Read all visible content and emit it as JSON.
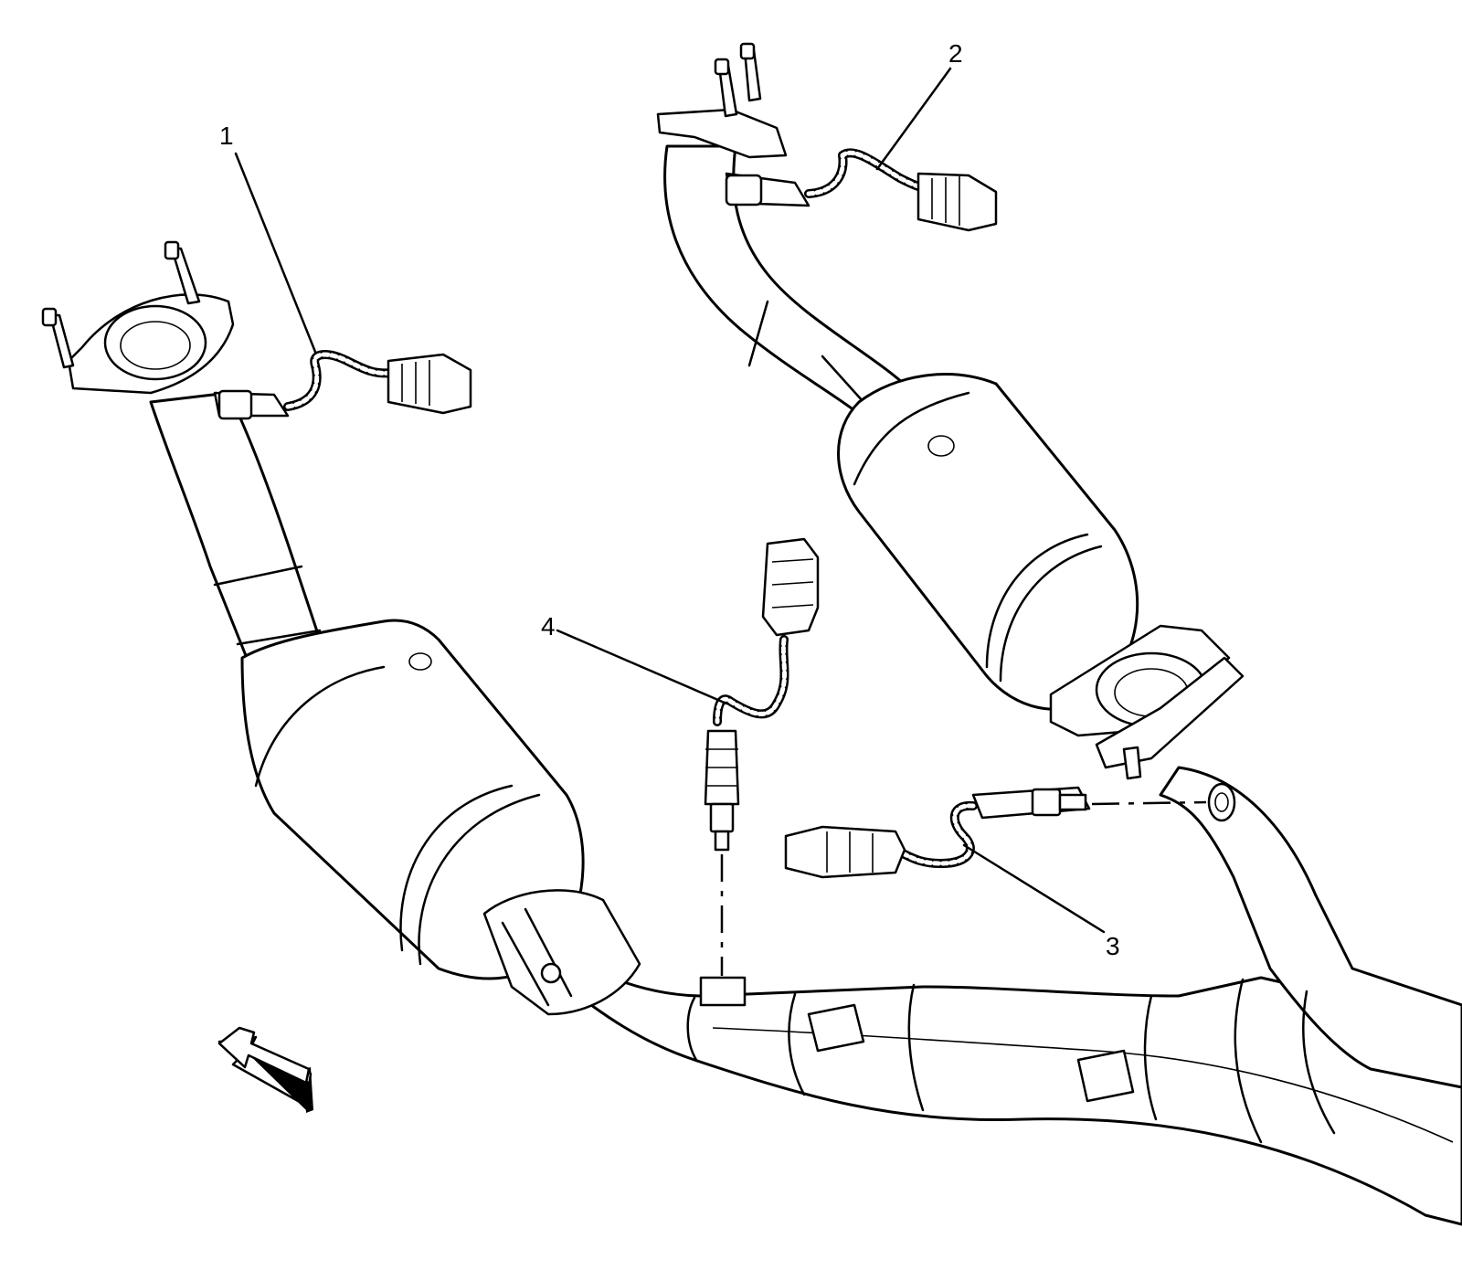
{
  "callouts": [
    {
      "id": "1",
      "label": "1"
    },
    {
      "id": "2",
      "label": "2"
    },
    {
      "id": "3",
      "label": "3"
    },
    {
      "id": "4",
      "label": "4"
    }
  ],
  "icons": [
    "front-direction-arrow-icon"
  ]
}
